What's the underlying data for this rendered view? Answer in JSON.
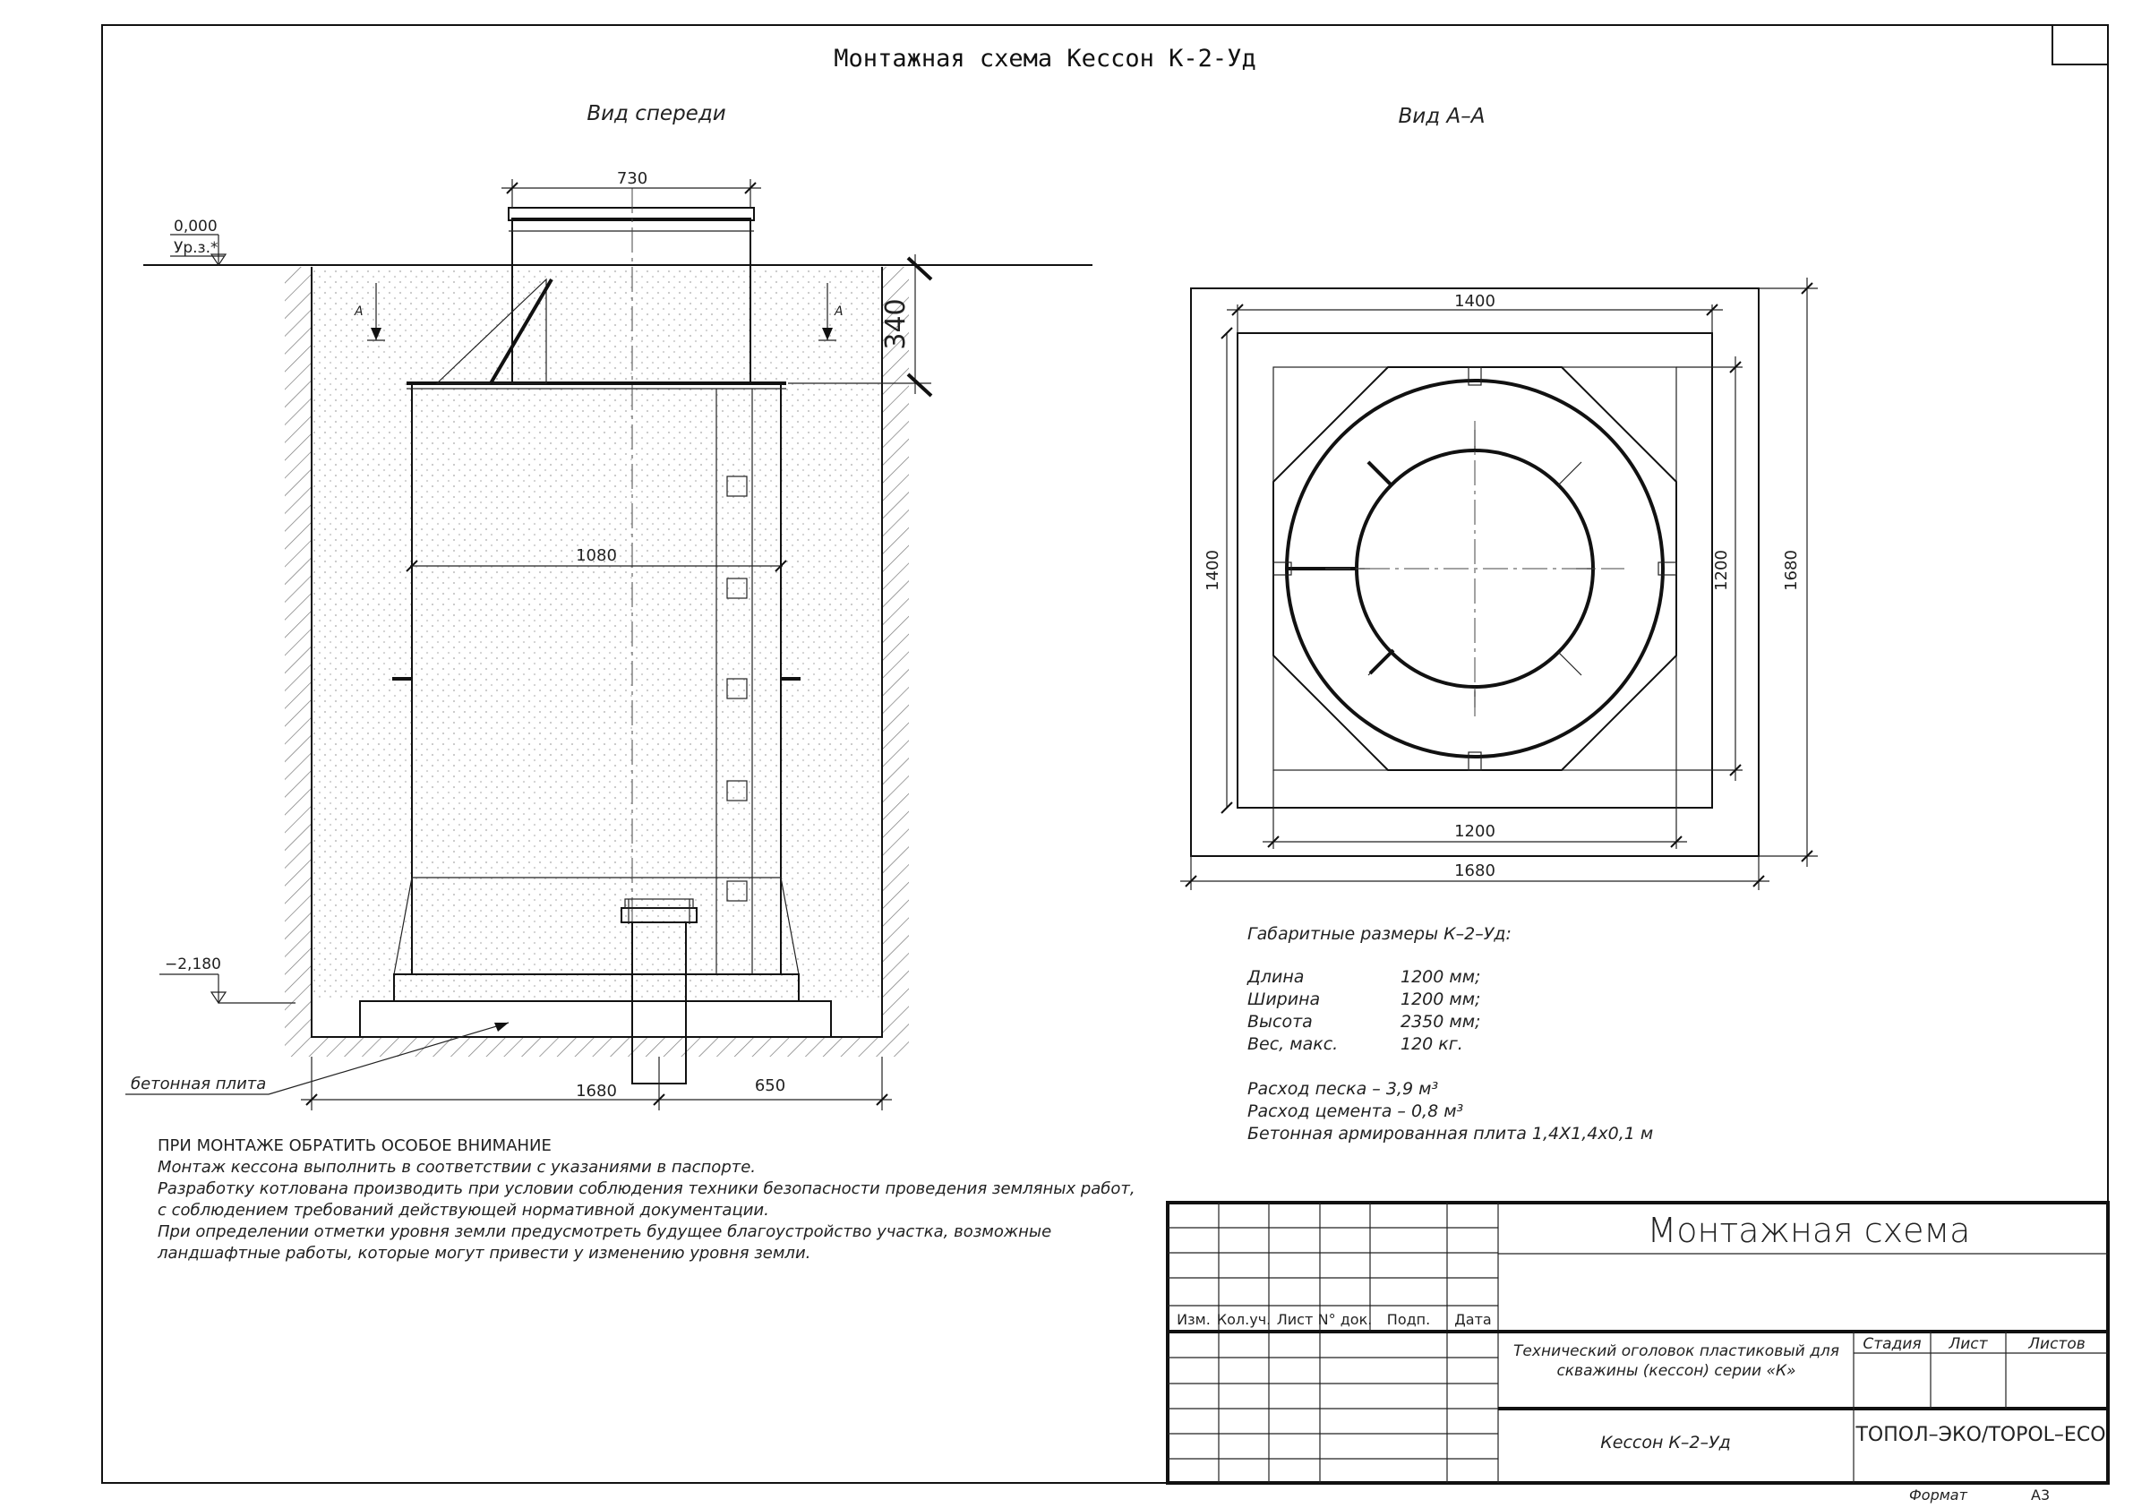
{
  "title": "Монтажная схема Кессон К-2-Уд",
  "front_view": {
    "label": "Вид спереди",
    "dim_top_width": "730",
    "dim_body_width": "1080",
    "dim_neck": "340",
    "level_top_value": "0,000",
    "level_top_note": "Ур.з.*",
    "level_bottom_value": "−2,180",
    "section_mark_left": "А",
    "section_mark_right": "А",
    "dim_bottom_width": "1680",
    "dim_bottom_right": "650",
    "slab_label": "бетонная плита"
  },
  "section_view": {
    "label": "Вид А–А",
    "dim_top": "1400",
    "dim_left": "1400",
    "dim_inner_right": "1200",
    "dim_outer_right": "1680",
    "dim_inner_bottom": "1200",
    "dim_outer_bottom": "1680"
  },
  "specs": {
    "header": "Габаритные размеры К–2–Уд:",
    "rows": [
      {
        "label": "Длина",
        "value": "1200 мм;"
      },
      {
        "label": "Ширина",
        "value": "1200 мм;"
      },
      {
        "label": "Высота",
        "value": "2350 мм;"
      },
      {
        "label": "Вес, макс.",
        "value": "120 кг."
      }
    ],
    "sand": "Расход песка – 3,9 м³",
    "cement": "Расход цемента – 0,8 м³",
    "slab": "Бетонная армированная плита 1,4Х1,4х0,1 м"
  },
  "notes": [
    "ПРИ МОНТАЖЕ ОБРАТИТЬ ОСОБОЕ ВНИМАНИЕ",
    "Монтаж кессона выполнить в соответствии с указаниями в паспорте.",
    "Разработку котлована производить при условии соблюдения техники безопасности проведения земляных работ,",
    "с соблюдением требований действующей нормативной документации.",
    "При определении отметки уровня земли предусмотреть будущее благоустройство участка, возможные",
    "ландшафтные работы, которые могут привести у изменению уровня земли."
  ],
  "title_block": {
    "headers": [
      "Изм.",
      "Кол.уч.",
      "Лист",
      "N° док.",
      "Подп.",
      "Дата"
    ],
    "drawing_title": "Монтажная схема",
    "description_line1": "Технический оголовок пластиковый для",
    "description_line2": "скважины (кессон) серии «К»",
    "stage": "Стадия",
    "sheet": "Лист",
    "sheets": "Листов",
    "product": "Кессон К–2–Уд",
    "company": "ТОПОЛ–ЭКО/TOPOL–ECO",
    "format_label": "Формат",
    "format_value": "А3"
  }
}
